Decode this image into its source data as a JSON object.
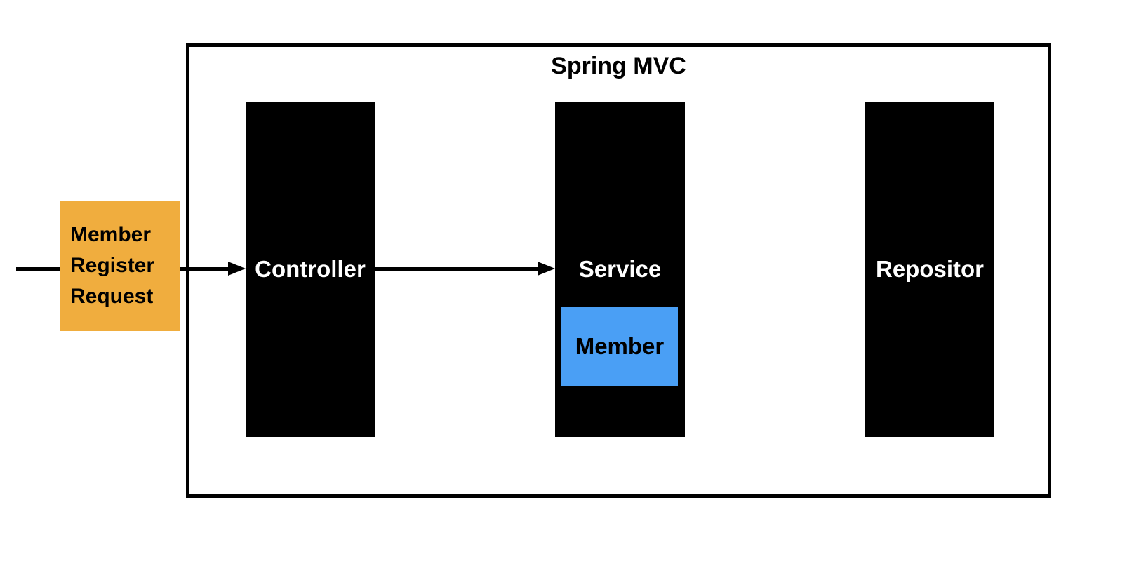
{
  "title": "Spring MVC",
  "request_box": {
    "lines": [
      "Member",
      "Register",
      "Request"
    ],
    "color": "#F0AD3E"
  },
  "layers": [
    {
      "id": "controller",
      "label": "Controller"
    },
    {
      "id": "service",
      "label": "Service"
    },
    {
      "id": "repository",
      "label": "Repositor"
    }
  ],
  "member_box": {
    "label": "Member",
    "color": "#4A9FF5"
  },
  "arrows": [
    {
      "from": "external-request",
      "to": "controller"
    },
    {
      "from": "controller",
      "to": "service"
    }
  ],
  "colors": {
    "canvas_bg": "#FFFFFF",
    "outline": "#000000",
    "layer_bg": "#000000",
    "layer_text": "#FFFFFF",
    "request_box_bg": "#F0AD3E",
    "member_box_bg": "#4A9FF5",
    "label_text": "#000000"
  }
}
